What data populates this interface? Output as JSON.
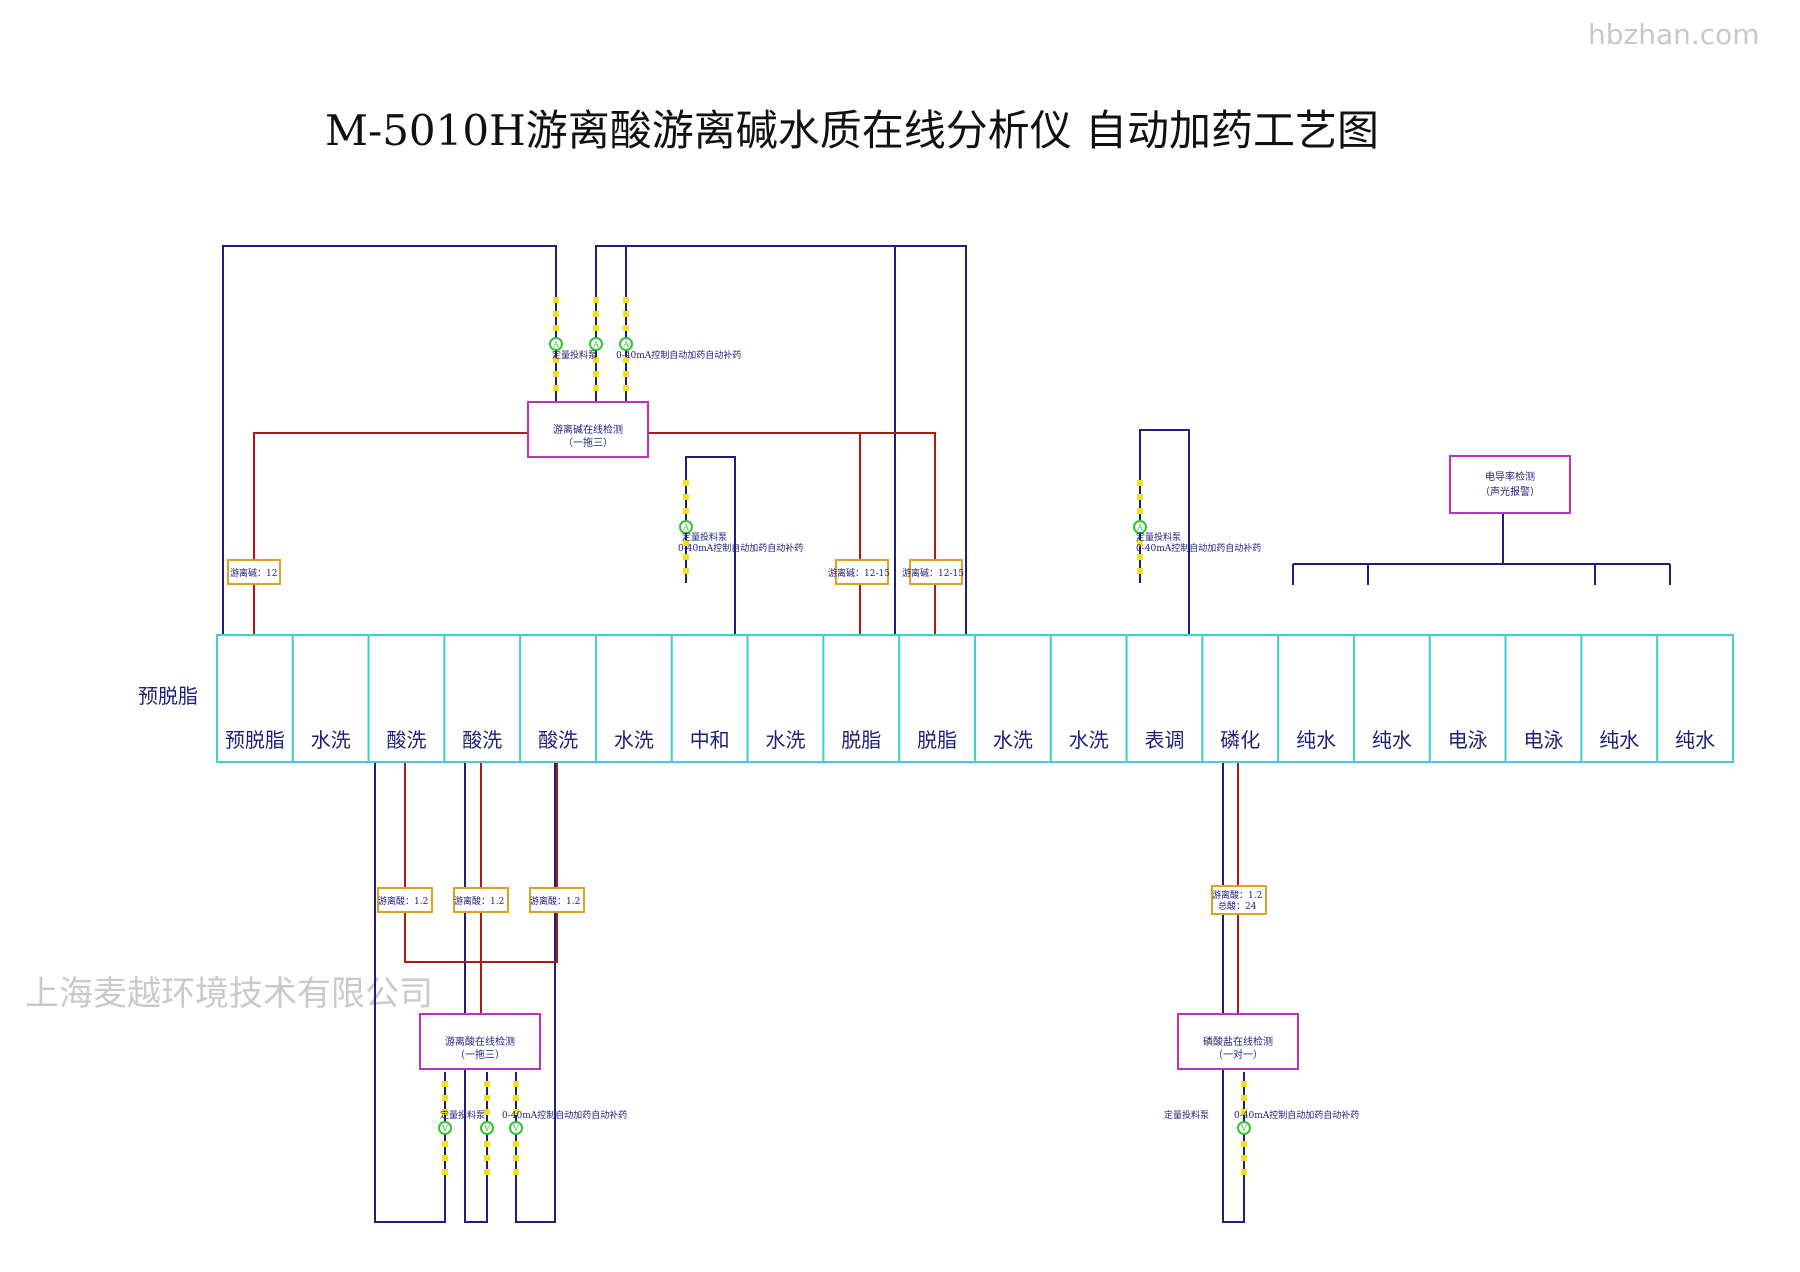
{
  "title": "M-5010H游离酸游离碱水质在线分析仪 自动加药工艺图",
  "watermark_site": "hbzhan.com",
  "watermark_company": "上海麦越环境技术有限公司",
  "side_label": "预脱脂",
  "tanks": [
    "预脱脂",
    "水洗",
    "酸洗",
    "酸洗",
    "酸洗",
    "水洗",
    "中和",
    "水洗",
    "脱脂",
    "脱脂",
    "水洗",
    "水洗",
    "表调",
    "磷化",
    "纯水",
    "纯水",
    "电泳",
    "电泳",
    "纯水",
    "纯水"
  ],
  "analyzers": {
    "alkali": {
      "name": "游离碱在线检测",
      "mode": "（一拖三）"
    },
    "acid": {
      "name": "游离酸在线检测",
      "mode": "（一拖三）"
    },
    "phosphate": {
      "name": "磷酸盐在线检测",
      "mode": "（一对一）"
    },
    "conductivity": {
      "name": "电导率检测",
      "mode": "（声光报警）"
    }
  },
  "pump_text": {
    "pump": "定量投料泵",
    "control": "0-40mA控制自动加药自动补药"
  },
  "setpoints": {
    "alkali_pre": "游离碱：12",
    "alkali_degrease": "游离碱：12-15",
    "acid": "游离酸：1.2",
    "phos_acid": "游离酸：1.2",
    "phos_total": "总酸：24"
  },
  "colors": {
    "tank_border": "#3fd0d4",
    "dosing_line": "#1f1f7a",
    "signal_line": "#b01818",
    "analyzer_border": "#c030c0",
    "setpoint_border": "#e0a020",
    "pump": "#2ec82e",
    "valve": "#f0e020"
  }
}
